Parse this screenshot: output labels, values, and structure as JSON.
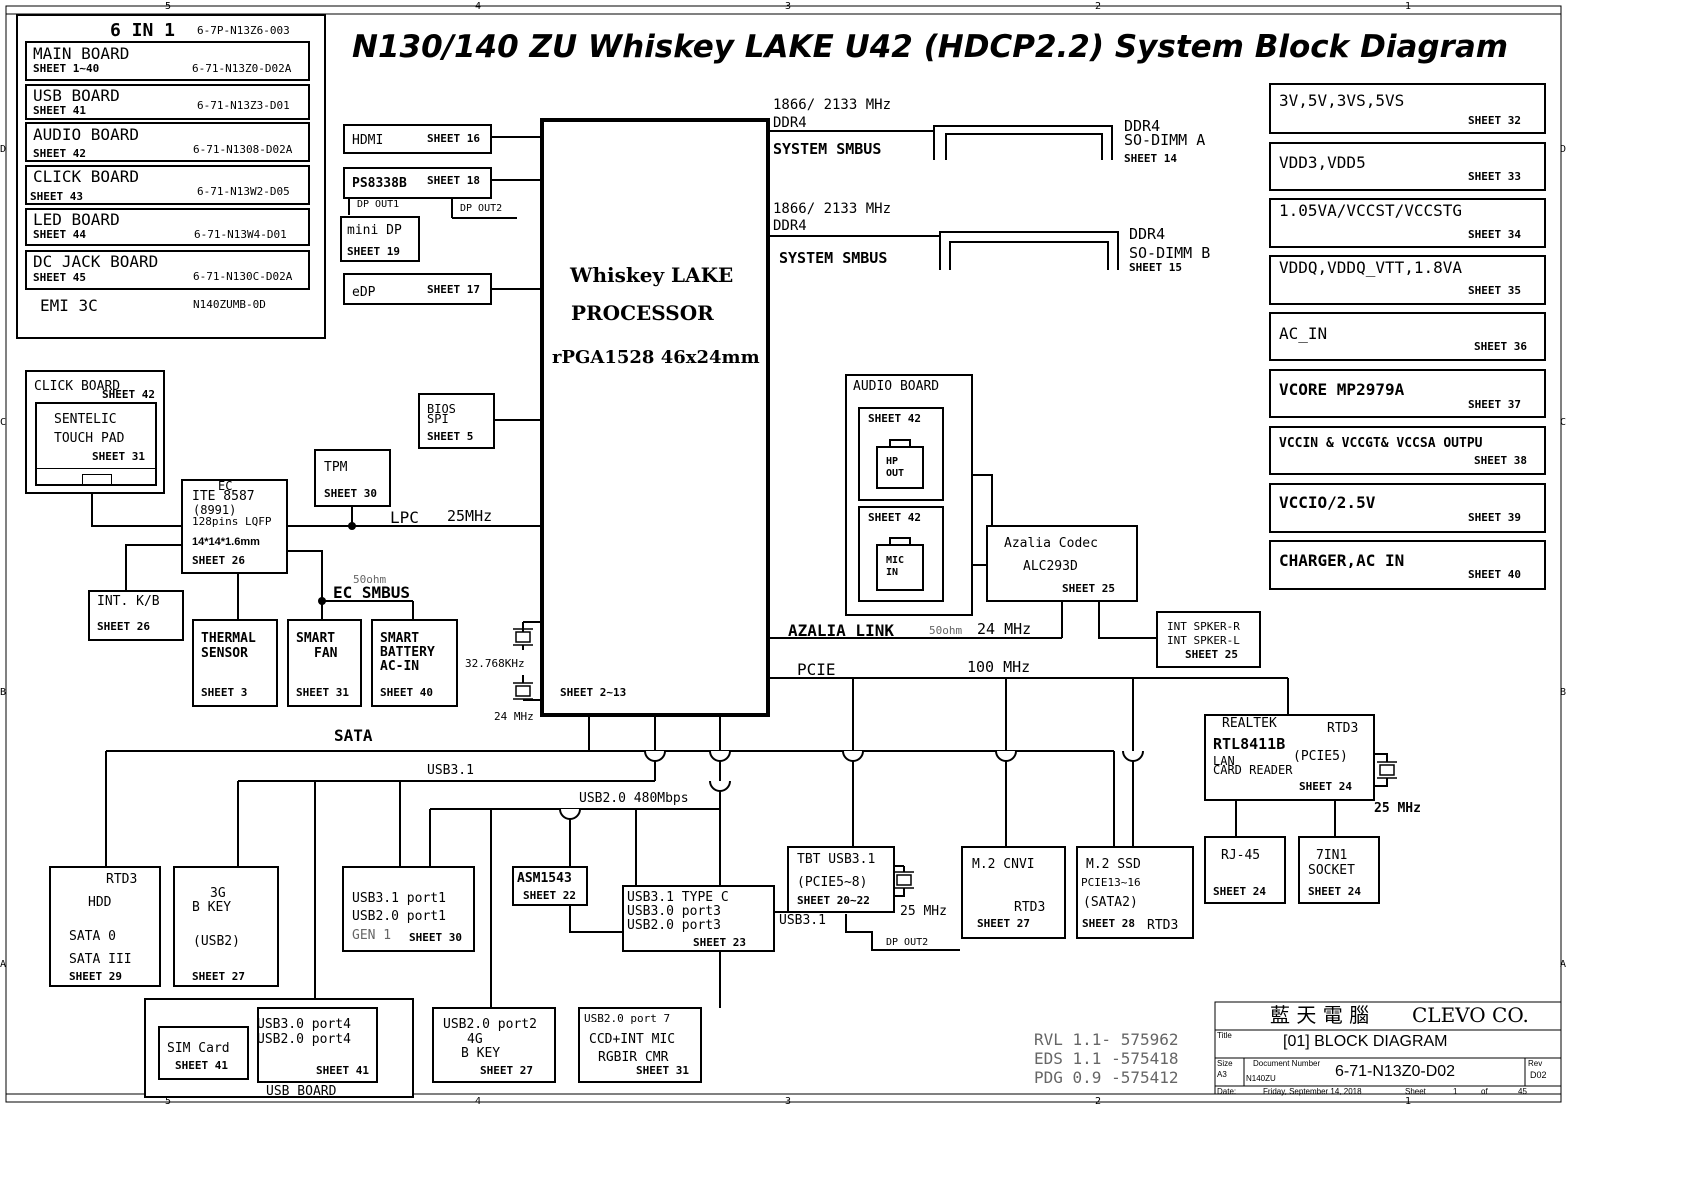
{
  "title": "N130/140 ZU Whiskey LAKE U42 (HDCP2.2) System Block Diagram",
  "six_in_one": {
    "header": "6 IN 1",
    "header_pn": "6-7P-N13Z6-003",
    "boards": [
      {
        "name": "MAIN BOARD",
        "sheet": "SHEET 1~40",
        "pn": "6-71-N13Z0-D02A"
      },
      {
        "name": "USB BOARD",
        "sheet": "SHEET 41",
        "pn": "6-71-N13Z3-D01"
      },
      {
        "name": "AUDIO BOARD",
        "sheet": "SHEET 42",
        "pn": "6-71-N1308-D02A"
      },
      {
        "name": "CLICK BOARD",
        "sheet": "SHEET 43",
        "pn": "6-71-N13W2-D05"
      },
      {
        "name": "LED BOARD",
        "sheet": "SHEET 44",
        "pn": "6-71-N13W4-D01"
      },
      {
        "name": "DC JACK BOARD",
        "sheet": "SHEET 45",
        "pn": "6-71-N130C-D02A"
      }
    ],
    "emi": "EMI 3C",
    "emi_pn": "N140ZUMB-0D"
  },
  "cpu": {
    "name1": "Whiskey LAKE",
    "name2": "PROCESSOR",
    "pkg": "rPGA1528 46x24mm",
    "sheet": "SHEET 2~13"
  },
  "video_out": {
    "hdmi": "HDMI",
    "hdmi_sheet": "SHEET 16",
    "ps": "PS8338B",
    "ps_sheet": "SHEET 18",
    "dp_out1": "DP OUT1",
    "dp_out2": "DP OUT2",
    "minidp": "mini DP",
    "minidp_sheet": "SHEET 19",
    "edp": "eDP",
    "edp_sheet": "SHEET 17"
  },
  "memory": {
    "freq": "1866/ 2133 MHz",
    "ddr": "DDR4",
    "smbus": "SYSTEM SMBUS",
    "a1": "DDR4",
    "a2": "SO-DIMM A",
    "a_sheet": "SHEET 14",
    "b1": "DDR4",
    "b2": "SO-DIMM B",
    "b_sheet": "SHEET 15"
  },
  "power": [
    {
      "name": "3V,5V,3VS,5VS",
      "sheet": "SHEET 32"
    },
    {
      "name": "VDD3,VDD5",
      "sheet": "SHEET 33"
    },
    {
      "name": "1.05VA/VCCST/VCCSTG",
      "sheet": "SHEET 34"
    },
    {
      "name": "VDDQ,VDDQ_VTT,1.8VA",
      "sheet": "SHEET 35"
    },
    {
      "name": "AC_IN",
      "sheet": "SHEET 36"
    },
    {
      "name": "VCORE MP2979A",
      "sheet": "SHEET 37"
    },
    {
      "name": "VCCIN & VCCGT& VCCSA OUTPU",
      "sheet": "SHEET 38"
    },
    {
      "name": "VCCIO/2.5V",
      "sheet": "SHEET 39"
    },
    {
      "name": "CHARGER,AC IN",
      "sheet": "SHEET 40"
    }
  ],
  "click": {
    "title": "CLICK BOARD",
    "sheet": "SHEET 42",
    "tp1": "SENTELIC",
    "tp2": "TOUCH PAD",
    "tp_sheet": "SHEET 31"
  },
  "bios": {
    "l1": "BIOS",
    "l2": "SPI",
    "sheet": "SHEET 5"
  },
  "tpm": {
    "name": "TPM",
    "sheet": "SHEET 30"
  },
  "ec": {
    "title": "EC",
    "l1": "ITE 8587",
    "l2": "(8991)",
    "l3": "128pins LQFP",
    "l4": "14*14*1.6mm",
    "sheet": "SHEET 26"
  },
  "lpc": "LPC",
  "lpc_freq": "25MHz",
  "ec_smbus": "EC SMBUS",
  "ohm50": "50ohm",
  "kb": {
    "name": "INT. K/B",
    "sheet": "SHEET 26"
  },
  "thermal": {
    "l1": "THERMAL",
    "l2": "SENSOR",
    "sheet": "SHEET 3"
  },
  "fan": {
    "l1": "SMART",
    "l2": "FAN",
    "sheet": "SHEET 31"
  },
  "battery": {
    "l1": "SMART",
    "l2": "BATTERY",
    "l3": "AC-IN",
    "sheet": "SHEET 40"
  },
  "xtal1": "32.768KHz",
  "xtal2": "24 MHz",
  "audio": {
    "title": "AUDIO BOARD",
    "hp_sheet": "SHEET 42",
    "hp1": "HP",
    "hp2": "OUT",
    "mic_sheet": "SHEET 42",
    "mic1": "MIC",
    "mic2": "IN",
    "codec1": "Azalia Codec",
    "codec2": "ALC293D",
    "codec_sheet": "SHEET 25",
    "spk1": "INT SPKER-R",
    "spk2": "INT SPKER-L",
    "spk_sheet": "SHEET 25"
  },
  "azalia": "AZALIA LINK",
  "azalia_ohm": "50ohm",
  "azalia_freq": "24 MHz",
  "pcie": "PCIE",
  "pcie_freq": "100 MHz",
  "sata": "SATA",
  "usb31": "USB3.1",
  "usb20": "USB2.0 480Mbps",
  "lan": {
    "l1": "REALTEK",
    "rtd3": "RTD3",
    "l2": "RTL8411B",
    "l3": "(PCIE5)",
    "l4": "LAN",
    "l5": "CARD READER",
    "sheet": "SHEET 24",
    "freq": "25 MHz"
  },
  "rj45": {
    "name": "RJ-45",
    "sheet": "SHEET 24"
  },
  "socket": {
    "l1": "7IN1",
    "l2": "SOCKET",
    "sheet": "SHEET 24"
  },
  "hdd": {
    "rtd3": "RTD3",
    "name": "HDD",
    "l1": "SATA 0",
    "l2": "SATA III",
    "sheet": "SHEET 29"
  },
  "g3": {
    "l1": "3G",
    "l2": "B KEY",
    "l3": "(USB2)",
    "sheet": "SHEET 27"
  },
  "port1": {
    "l1": "USB3.1 port1",
    "l2": "USB2.0 port1",
    "l3": "GEN 1",
    "sheet": "SHEET 30"
  },
  "asm": {
    "name": "ASM1543",
    "sheet": "SHEET 22"
  },
  "typec": {
    "l1": "USB3.1  TYPE C",
    "l2": "USB3.0 port3",
    "l3": "USB2.0 port3",
    "sheet": "SHEET 23"
  },
  "tbt": {
    "l1": "TBT USB3.1",
    "l2": "(PCIE5~8)",
    "sheet": "SHEET 20~22",
    "freq": "25 MHz",
    "usb": "USB3.1",
    "dp": "DP OUT2"
  },
  "cnvi": {
    "name": "M.2 CNVI",
    "rtd3": "RTD3",
    "sheet": "SHEET 27"
  },
  "ssd": {
    "name": "M.2 SSD",
    "l1": "PCIE13~16",
    "l2": "(SATA2)",
    "sheet": "SHEET 28",
    "rtd3": "RTD3"
  },
  "sim": {
    "name": "SIM Card",
    "sheet": "SHEET 41"
  },
  "port4": {
    "l1": "USB3.0 port4",
    "l2": "USB2.0 port4",
    "sheet": "SHEET 41"
  },
  "usb_board": "USB BOARD",
  "port2": {
    "l1": "USB2.0 port2",
    "l2": "4G",
    "l3": "B KEY",
    "sheet": "SHEET 27"
  },
  "port7": {
    "l1": "USB2.0 port 7",
    "l2": "CCD+INT MIC",
    "l3": "RGBIR CMR",
    "sheet": "SHEET 31"
  },
  "revisions": [
    "RVL 1.1- 575962",
    "EDS 1.1 -575418",
    "PDG 0.9 -575412"
  ],
  "titleblock": {
    "company_cn": "藍 天 電 腦",
    "company": "CLEVO CO.",
    "title_lbl": "Title",
    "title": "[01] BLOCK DIAGRAM",
    "size_lbl": "Size",
    "size": "A3",
    "docnum_lbl": "Document Number",
    "docnum_small": "N140ZU",
    "docnum": "6-71-N13Z0-D02",
    "rev_lbl": "Rev",
    "rev": "D02",
    "date_lbl": "Date:",
    "date": "Friday, September 14, 2018",
    "sheet_lbl": "Sheet",
    "sheet": "1",
    "of": "of",
    "total": "45"
  },
  "frame": {
    "cols": [
      "5",
      "4",
      "3",
      "2",
      "1"
    ],
    "rows": [
      "D",
      "C",
      "B",
      "A"
    ]
  }
}
